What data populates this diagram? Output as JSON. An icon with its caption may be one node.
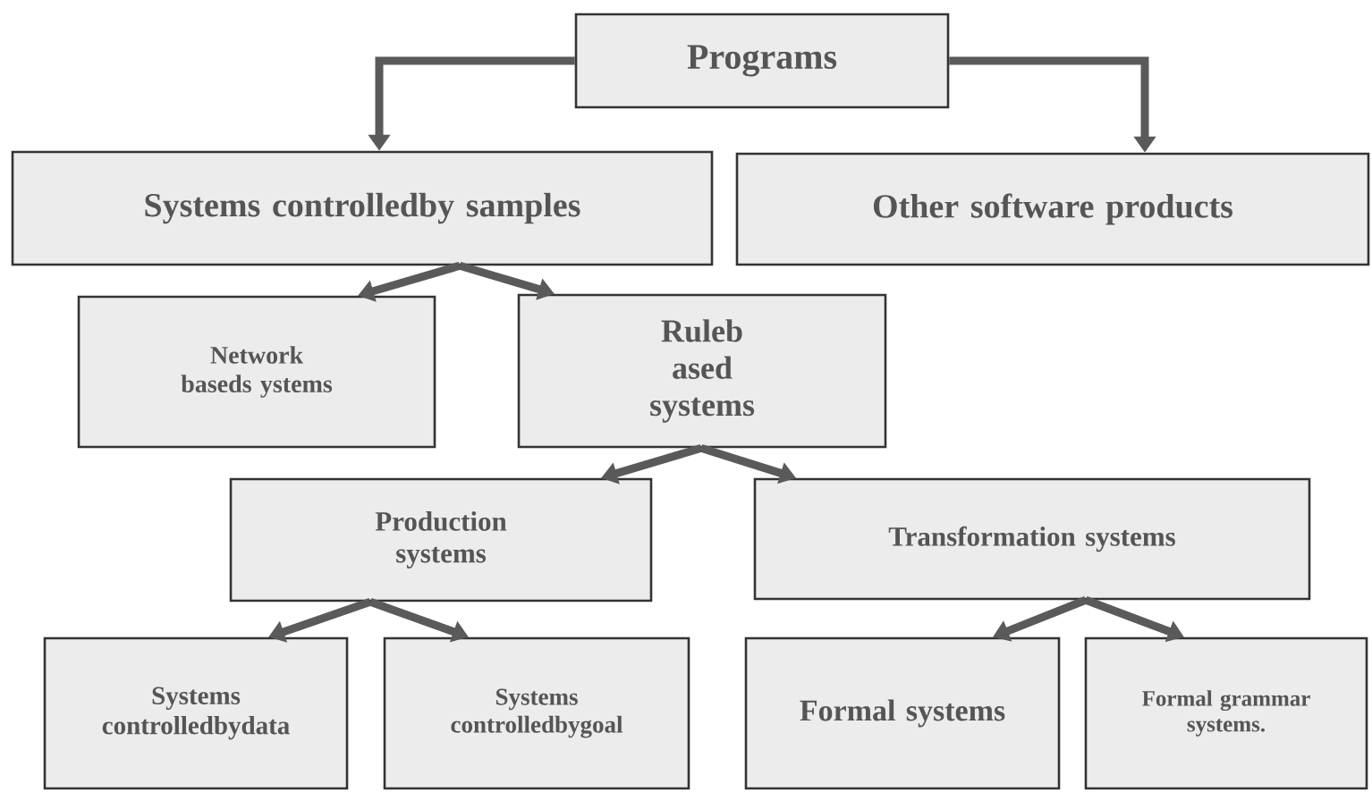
{
  "diagram": {
    "nodes": [
      {
        "text": [
          "Programs"
        ]
      },
      {
        "text": [
          "Systems controlledby samples"
        ]
      },
      {
        "text": [
          "Other software products"
        ]
      },
      {
        "text": [
          "Network baseds ystems"
        ]
      },
      {
        "text": [
          "Ruleb ased systems"
        ]
      },
      {
        "text": [
          "Production systems"
        ]
      },
      {
        "text": [
          "Transformation systems"
        ]
      },
      {
        "text": [
          "Systems controlledbydata"
        ]
      },
      {
        "text": [
          "Systems controlledbygoal"
        ]
      },
      {
        "text": [
          "Formal systems"
        ]
      },
      {
        "text": [
          "Formal grammar systems."
        ]
      }
    ],
    "edges": [
      {
        "from": 0,
        "to": 1,
        "arrow": "to"
      },
      {
        "from": 0,
        "to": 2,
        "arrow": "to"
      },
      {
        "from": 1,
        "to": 3,
        "arrow": "to"
      },
      {
        "from": 1,
        "to": 4,
        "arrow": "to"
      },
      {
        "from": 4,
        "to": 5,
        "arrow": "to"
      },
      {
        "from": 4,
        "to": 6,
        "arrow": "to"
      },
      {
        "from": 5,
        "to": 7,
        "arrow": "to"
      },
      {
        "from": 5,
        "to": 8,
        "arrow": "to"
      },
      {
        "from": 6,
        "to": 9,
        "arrow": "to"
      },
      {
        "from": 6,
        "to": 10,
        "arrow": "to"
      }
    ]
  }
}
